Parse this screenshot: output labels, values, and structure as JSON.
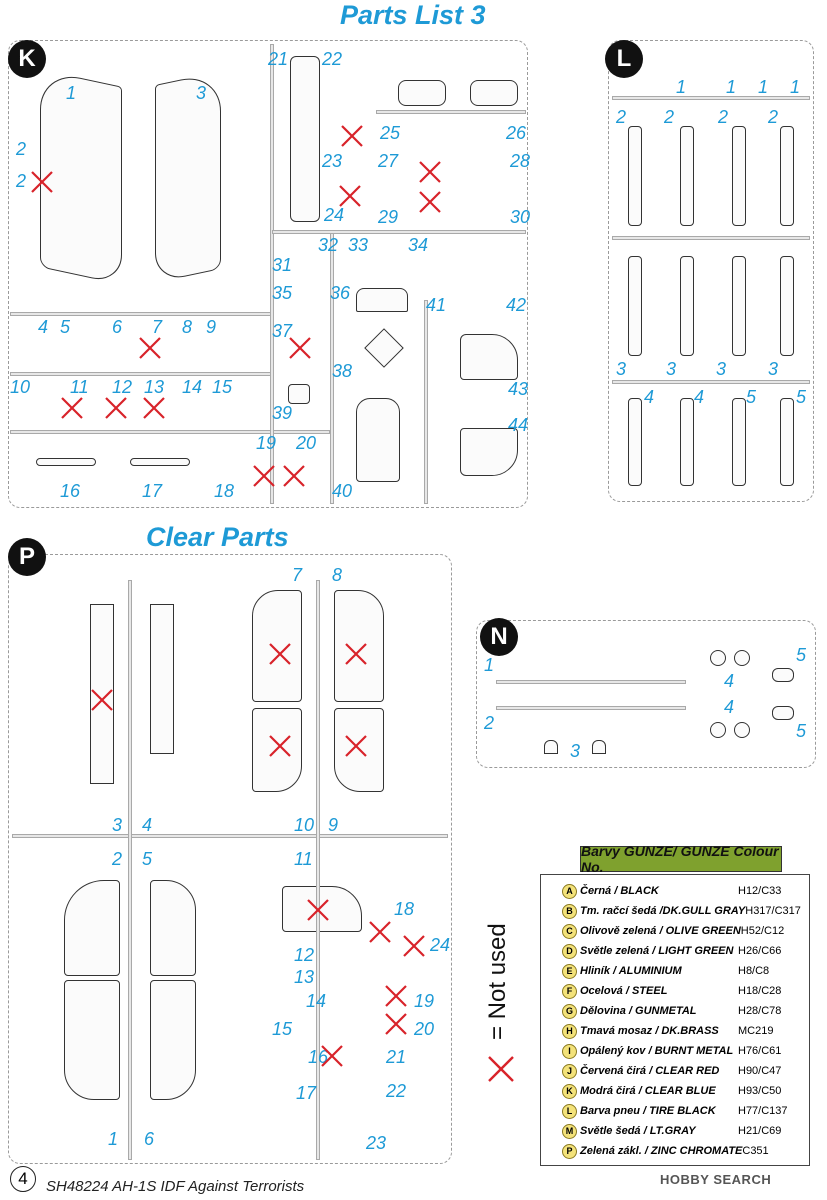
{
  "titles": {
    "parts_list": "Parts List 3",
    "clear_parts": "Clear Parts"
  },
  "sprues": {
    "k": "K",
    "l": "L",
    "p": "P",
    "n": "N"
  },
  "not_used_label": "= Not used",
  "colour_table": {
    "title": "Barvy GUNZE/ GUNZE Colour No.",
    "rows": [
      {
        "letter": "A",
        "name": "Černá / BLACK",
        "code": "H12/C33"
      },
      {
        "letter": "B",
        "name": "Tm. račcí šedá /DK.GULL GRAY",
        "code": "H317/C317"
      },
      {
        "letter": "C",
        "name": "Olivově zelená / OLIVE GREEN",
        "code": "H52/C12"
      },
      {
        "letter": "D",
        "name": "Světle zelená / LIGHT GREEN",
        "code": "H26/C66"
      },
      {
        "letter": "E",
        "name": "Hliník / ALUMINIUM",
        "code": "H8/C8"
      },
      {
        "letter": "F",
        "name": "Ocelová / STEEL",
        "code": "H18/C28"
      },
      {
        "letter": "G",
        "name": "Dělovina / GUNMETAL",
        "code": "H28/C78"
      },
      {
        "letter": "H",
        "name": "Tmavá mosaz / DK.BRASS",
        "code": "MC219"
      },
      {
        "letter": "I",
        "name": "Opálený kov / BURNT METAL",
        "code": "H76/C61"
      },
      {
        "letter": "J",
        "name": "Červená čirá / CLEAR RED",
        "code": "H90/C47"
      },
      {
        "letter": "K",
        "name": "Modrá čirá / CLEAR BLUE",
        "code": "H93/C50"
      },
      {
        "letter": "L",
        "name": "Barva pneu / TIRE BLACK",
        "code": "H77/C137"
      },
      {
        "letter": "M",
        "name": "Světle šedá / LT.GRAY",
        "code": "H21/C69"
      },
      {
        "letter": "P",
        "name": "Zelená zákl. / ZINC CHROMATE",
        "code": "C351"
      }
    ]
  },
  "footer": {
    "page": "4",
    "text": "SH48224 AH-1S IDF Against Terrorists",
    "watermark": "HOBBY SEARCH"
  },
  "labels_k": [
    "1",
    "2",
    "2",
    "3",
    "4",
    "5",
    "6",
    "7",
    "8",
    "9",
    "10",
    "11",
    "12",
    "13",
    "14",
    "15",
    "16",
    "17",
    "18",
    "19",
    "20",
    "21",
    "22",
    "23",
    "24",
    "25",
    "26",
    "27",
    "28",
    "29",
    "30",
    "31",
    "32",
    "33",
    "34",
    "35",
    "36",
    "37",
    "38",
    "39",
    "40",
    "41",
    "42",
    "43",
    "44"
  ],
  "labels_l": [
    "1",
    "1",
    "1",
    "1",
    "2",
    "2",
    "2",
    "2",
    "3",
    "3",
    "3",
    "3",
    "4",
    "4",
    "5",
    "5"
  ],
  "labels_p": [
    "7",
    "8",
    "3",
    "4",
    "10",
    "9",
    "2",
    "5",
    "11",
    "18",
    "12",
    "24",
    "13",
    "14",
    "19",
    "15",
    "20",
    "16",
    "21",
    "17",
    "22",
    "1",
    "6",
    "23"
  ],
  "labels_n": [
    "1",
    "2",
    "3",
    "4",
    "4",
    "5",
    "5"
  ]
}
